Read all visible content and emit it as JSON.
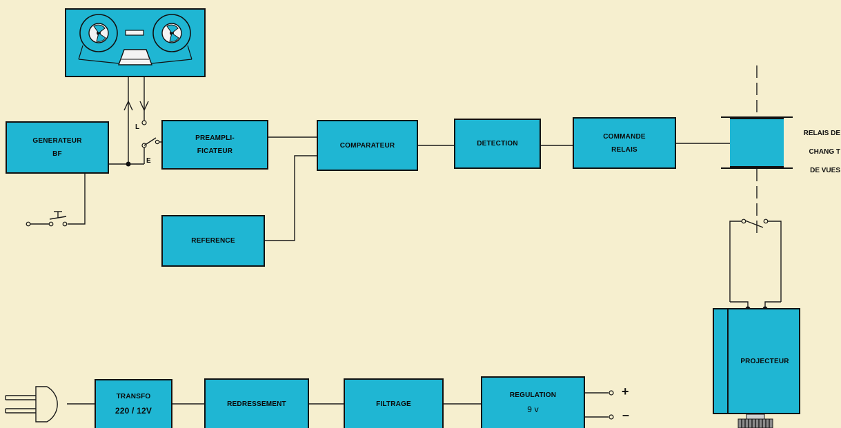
{
  "blocks": {
    "generateur": {
      "line1": "GENERATEUR",
      "line2": "BF"
    },
    "preamplificateur": {
      "line1": "PREAMPLI-",
      "line2": "FICATEUR"
    },
    "comparateur": {
      "label": "COMPARATEUR"
    },
    "detection": {
      "label": "DETECTION"
    },
    "commande_relais": {
      "line1": "COMMANDE",
      "line2": "RELAIS"
    },
    "reference": {
      "label": "REFERENCE"
    },
    "projecteur": {
      "label": "PROJECTEUR"
    },
    "transfo": {
      "line1": "TRANSFO",
      "line2": "220 / 12V"
    },
    "redressement": {
      "label": "REDRESSEMENT"
    },
    "filtrage": {
      "label": "FILTRAGE"
    },
    "regulation": {
      "line1": "REGULATION",
      "line2": "9 v"
    }
  },
  "switch_labels": {
    "lecture": "L",
    "enregistrement": "E"
  },
  "relais_label": {
    "line1": "RELAIS  DE",
    "line2": "CHANG T",
    "line3": "DE  VUES"
  },
  "outputs": {
    "plus": "+",
    "minus": "–"
  },
  "colors": {
    "block_fill": "#1fb6d3",
    "background": "#f6efcf",
    "wire": "#1a1a1a"
  }
}
